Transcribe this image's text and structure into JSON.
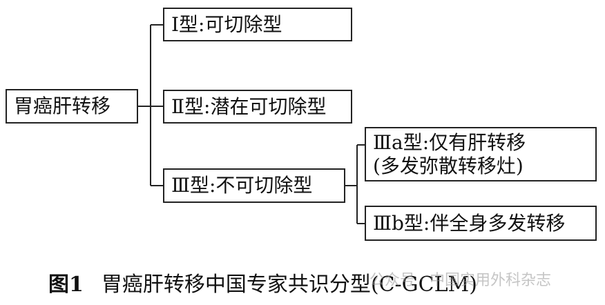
{
  "diagram": {
    "root": {
      "label": "胃癌肝转移"
    },
    "types": [
      {
        "label": "Ⅰ型:可切除型"
      },
      {
        "label": "Ⅱ型:潜在可切除型"
      },
      {
        "label": "Ⅲ型:不可切除型"
      }
    ],
    "subtypes": [
      {
        "line1": "Ⅲa型:仅有肝转移",
        "line2": "(多发弥散转移灶)"
      },
      {
        "line1": "Ⅲb型:伴全身多发转移"
      }
    ]
  },
  "caption": {
    "number": "图1",
    "text": "胃癌肝转移中国专家共识分型(C-GCLM)"
  },
  "watermark": {
    "text": "公众号 · 中国实用外科杂志"
  }
}
